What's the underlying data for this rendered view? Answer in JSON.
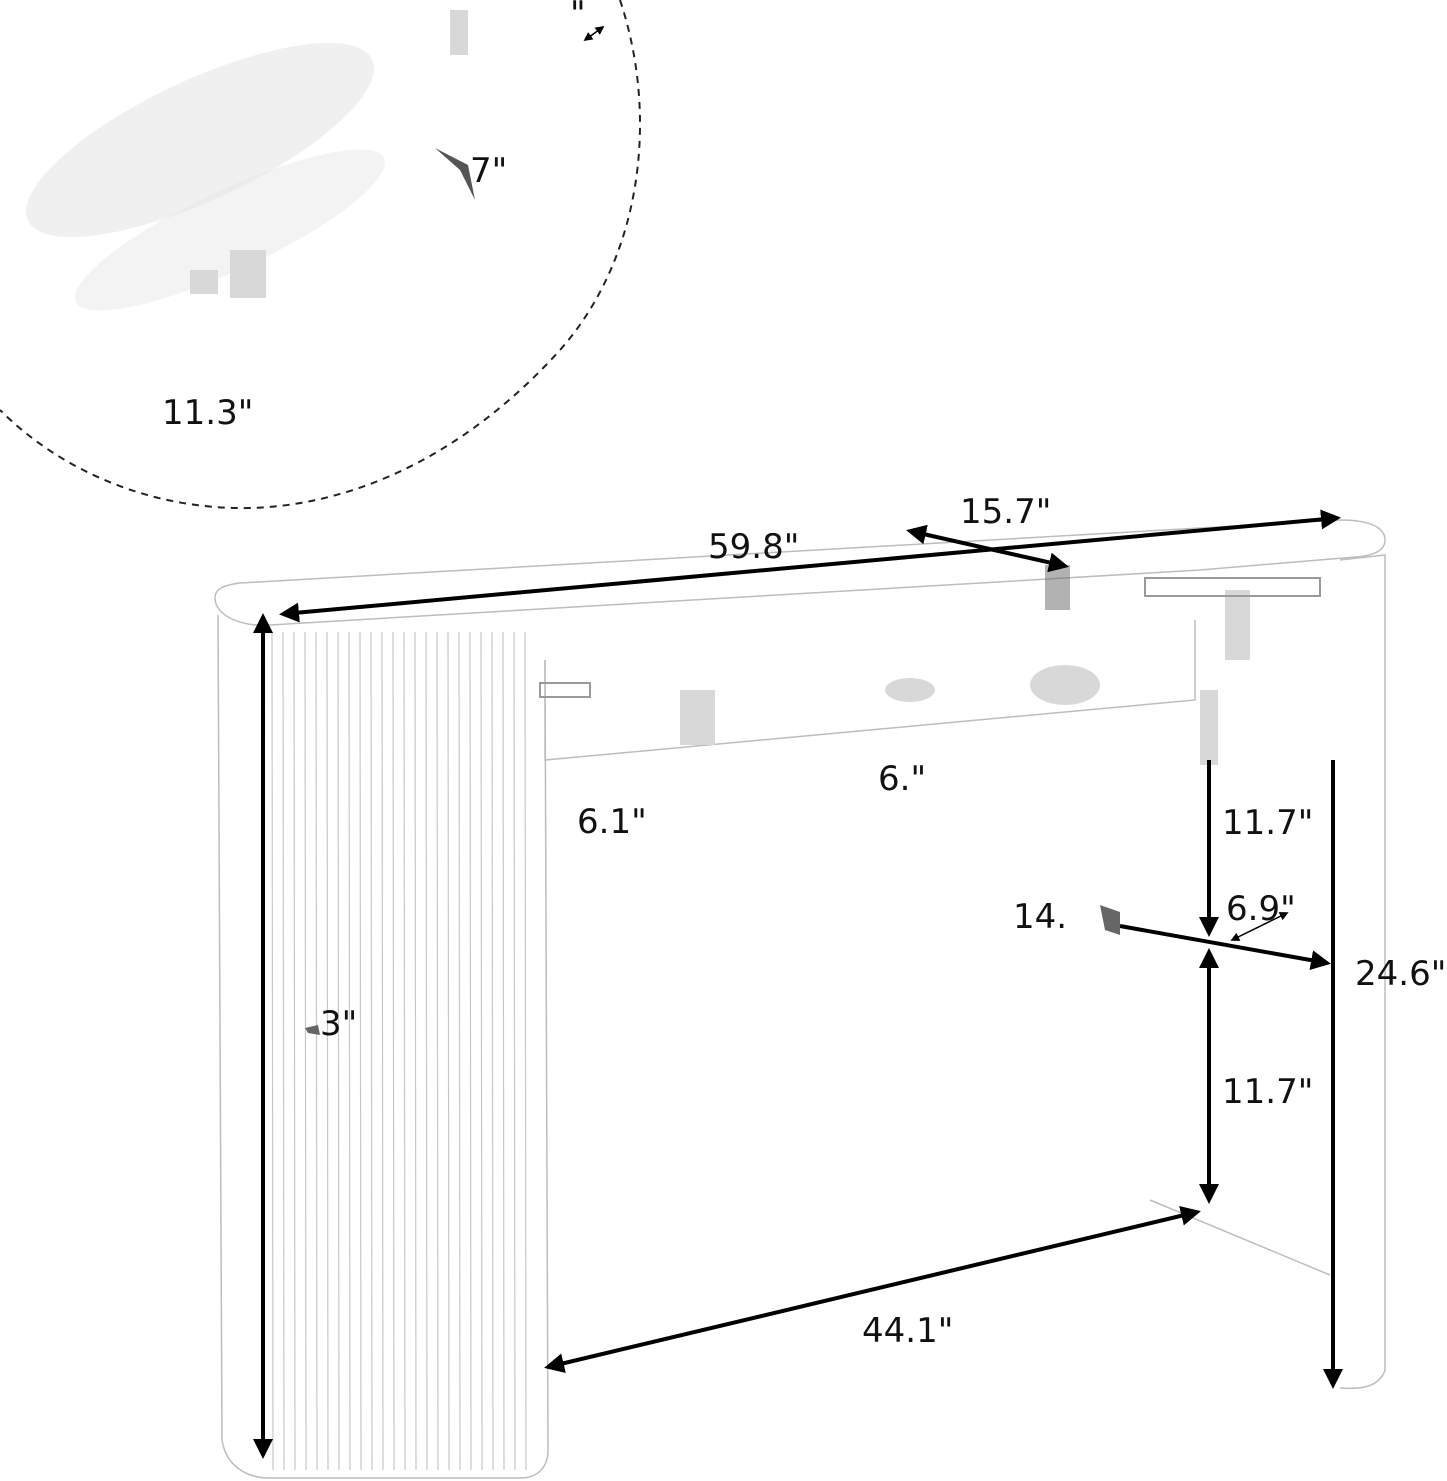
{
  "colors": {
    "ink": "#000000",
    "outline": "#bdbdbd",
    "flute": "#c8c8c8"
  },
  "detail_view": {
    "labels": {
      "partial_top": "\"",
      "partial_mid": "7\"",
      "depth": "11.3\""
    }
  },
  "dimensions": {
    "top_length": "59.8\"",
    "top_depth": "15.7\"",
    "shelf_depth_left": "6.1\"",
    "shelf_depth_mid": "6.\"",
    "shelf_height_upper": "11.7\"",
    "shelf_height_lower": "11.7\"",
    "shelf_length_partial": "14.",
    "side_depth": "6.9\"",
    "side_height": "24.6\"",
    "total_height_partial": "3\"",
    "base_length": "44.1\""
  }
}
